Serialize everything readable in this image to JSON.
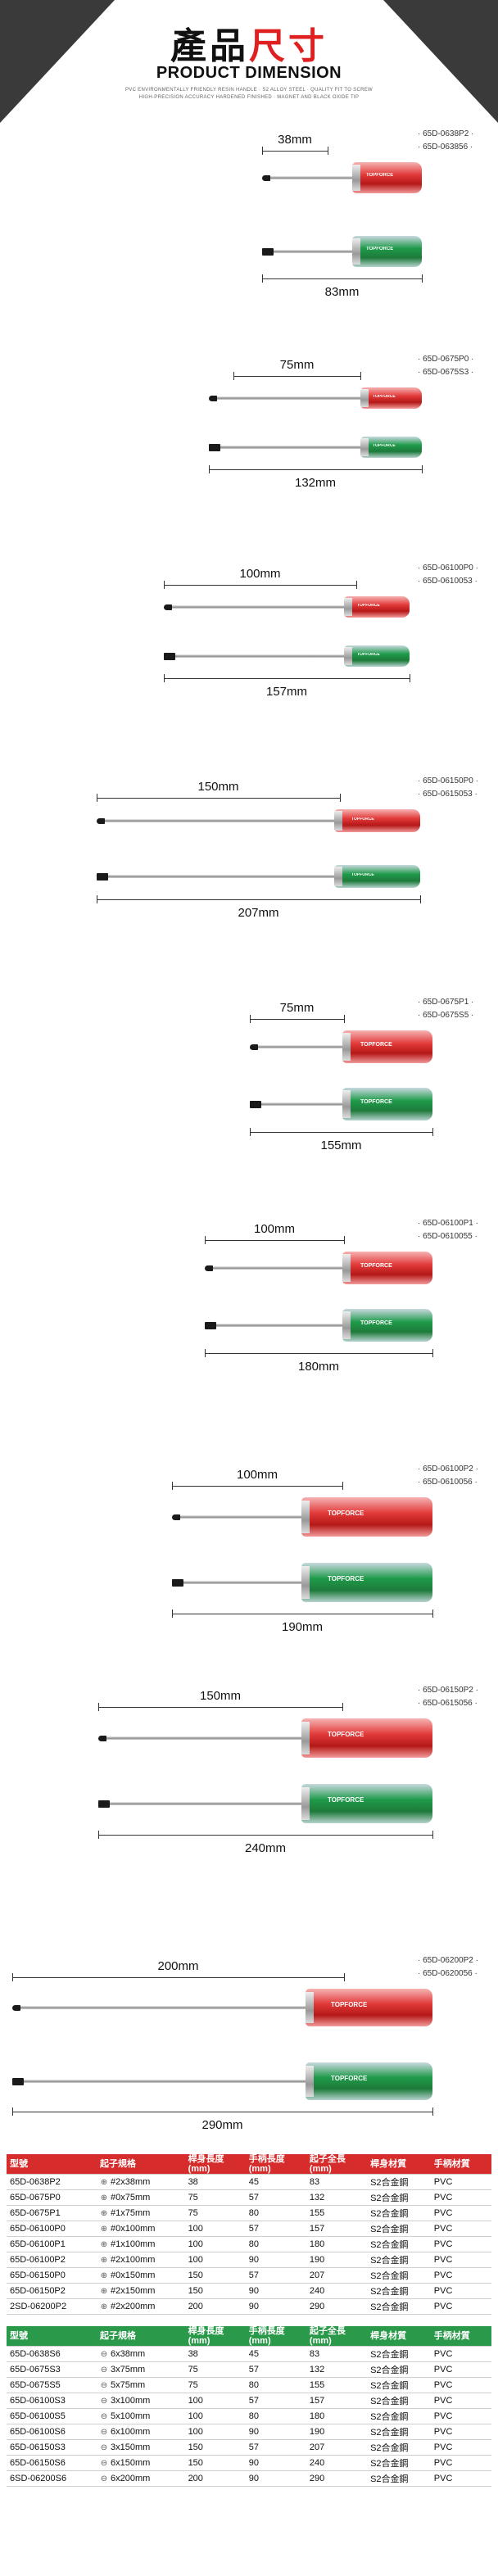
{
  "header": {
    "title_black": "產品",
    "title_red": "尺寸",
    "subtitle_en": "PRODUCT DIMENSION",
    "desc_line1": "PVC ENVIRONMENTALLY FRIENDLY RESIN HANDLE · S2 ALLOY STEEL · QUALITY FIT TO SCREW",
    "desc_line2": "HIGH-PRECISION ACCURACY HARDENED FINISHED · MAGNET AND BLACK OXIDE TIP"
  },
  "sections": [
    {
      "blade_dim": "38mm",
      "total_dim": "83mm",
      "codes": [
        "65D-0638P2",
        "65D-063856"
      ]
    },
    {
      "blade_dim": "75mm",
      "total_dim": "132mm",
      "codes": [
        "65D-0675P0",
        "65D-0675S3"
      ]
    },
    {
      "blade_dim": "100mm",
      "total_dim": "157mm",
      "codes": [
        "65D-06100P0",
        "65D-0610053"
      ]
    },
    {
      "blade_dim": "150mm",
      "total_dim": "207mm",
      "codes": [
        "65D-06150P0",
        "65D-0615053"
      ]
    },
    {
      "blade_dim": "75mm",
      "total_dim": "155mm",
      "codes": [
        "65D-0675P1",
        "65D-0675S5"
      ]
    },
    {
      "blade_dim": "100mm",
      "total_dim": "180mm",
      "codes": [
        "65D-06100P1",
        "65D-0610055"
      ]
    },
    {
      "blade_dim": "100mm",
      "total_dim": "190mm",
      "codes": [
        "65D-06100P2",
        "65D-0610056"
      ]
    },
    {
      "blade_dim": "150mm",
      "total_dim": "240mm",
      "codes": [
        "65D-06150P2",
        "65D-0615056"
      ]
    },
    {
      "blade_dim": "200mm",
      "total_dim": "290mm",
      "codes": [
        "65D-06200P2",
        "65D-0620056"
      ]
    }
  ],
  "handle_label": "TOPFORCE",
  "colors": {
    "red": "#d62c2c",
    "green": "#2a9a4a"
  },
  "table": {
    "headers": [
      "型號",
      "起子規格",
      "桿身長度\n(mm)",
      "手柄長度\n(mm)",
      "起子全長\n(mm)",
      "桿身材質",
      "手柄材質"
    ],
    "phillips": [
      [
        "65D-0638P2",
        "#2x38mm",
        "38",
        "45",
        "83",
        "S2合金鋼",
        "PVC"
      ],
      [
        "65D-0675P0",
        "#0x75mm",
        "75",
        "57",
        "132",
        "S2合金鋼",
        "PVC"
      ],
      [
        "65D-0675P1",
        "#1x75mm",
        "75",
        "80",
        "155",
        "S2合金鋼",
        "PVC"
      ],
      [
        "65D-06100P0",
        "#0x100mm",
        "100",
        "57",
        "157",
        "S2合金鋼",
        "PVC"
      ],
      [
        "65D-06100P1",
        "#1x100mm",
        "100",
        "80",
        "180",
        "S2合金鋼",
        "PVC"
      ],
      [
        "65D-06100P2",
        "#2x100mm",
        "100",
        "90",
        "190",
        "S2合金鋼",
        "PVC"
      ],
      [
        "65D-06150P0",
        "#0x150mm",
        "150",
        "57",
        "207",
        "S2合金鋼",
        "PVC"
      ],
      [
        "65D-06150P2",
        "#2x150mm",
        "150",
        "90",
        "240",
        "S2合金鋼",
        "PVC"
      ],
      [
        "2SD-06200P2",
        "#2x200mm",
        "200",
        "90",
        "290",
        "S2合金鋼",
        "PVC"
      ]
    ],
    "slotted": [
      [
        "65D-0638S6",
        "6x38mm",
        "38",
        "45",
        "83",
        "S2合金鋼",
        "PVC"
      ],
      [
        "65D-0675S3",
        "3x75mm",
        "75",
        "57",
        "132",
        "S2合金鋼",
        "PVC"
      ],
      [
        "65D-0675S5",
        "5x75mm",
        "75",
        "80",
        "155",
        "S2合金鋼",
        "PVC"
      ],
      [
        "65D-06100S3",
        "3x100mm",
        "100",
        "57",
        "157",
        "S2合金鋼",
        "PVC"
      ],
      [
        "65D-06100S5",
        "5x100mm",
        "100",
        "80",
        "180",
        "S2合金鋼",
        "PVC"
      ],
      [
        "65D-06100S6",
        "6x100mm",
        "100",
        "90",
        "190",
        "S2合金鋼",
        "PVC"
      ],
      [
        "65D-06150S3",
        "3x150mm",
        "150",
        "57",
        "207",
        "S2合金鋼",
        "PVC"
      ],
      [
        "65D-06150S6",
        "6x150mm",
        "150",
        "90",
        "240",
        "S2合金鋼",
        "PVC"
      ],
      [
        "6SD-06200S6",
        "6x200mm",
        "200",
        "90",
        "290",
        "S2合金鋼",
        "PVC"
      ]
    ]
  }
}
